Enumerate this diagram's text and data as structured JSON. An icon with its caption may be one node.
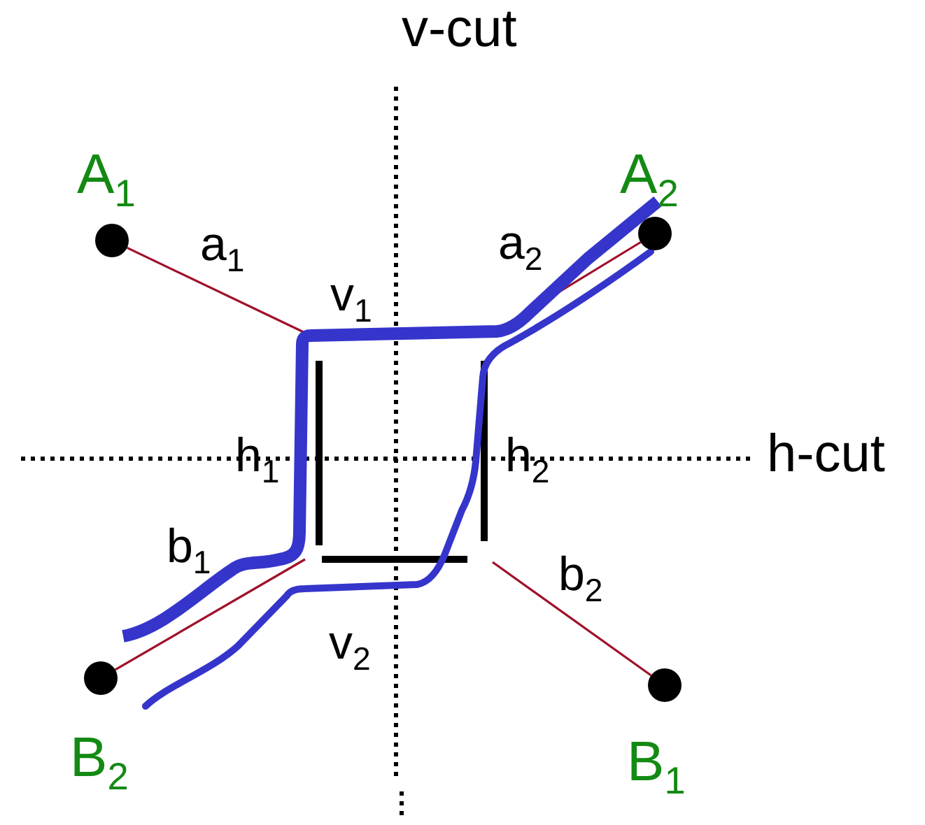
{
  "diagram": {
    "nodes": [
      {
        "text": [],
        "shape": "circle",
        "beside": [
          "A$_{1}$"
        ]
      },
      {
        "text": [],
        "shape": "circle",
        "beside": [
          "A$_{2}$"
        ]
      },
      {
        "text": [],
        "shape": "circle",
        "beside": [
          "B$_{2}$"
        ]
      },
      {
        "text": [],
        "shape": "circle",
        "beside": [
          "B$_{1}$"
        ]
      }
    ],
    "edges": [
      {
        "from": 0,
        "to": null,
        "arrow": "none",
        "label": "a$_{1}$"
      },
      {
        "from": 1,
        "to": null,
        "arrow": "none",
        "label": "a$_{2}$"
      },
      {
        "from": 2,
        "to": null,
        "arrow": "none",
        "label": "b$_{1}$"
      },
      {
        "from": 3,
        "to": null,
        "arrow": "none",
        "label": "b$_{2}$"
      }
    ],
    "labels": [
      "v-cut",
      "v$_{1}$",
      "h$_{1}$",
      "h$_{2}$",
      "h-cut",
      "v$_{2}$"
    ]
  }
}
